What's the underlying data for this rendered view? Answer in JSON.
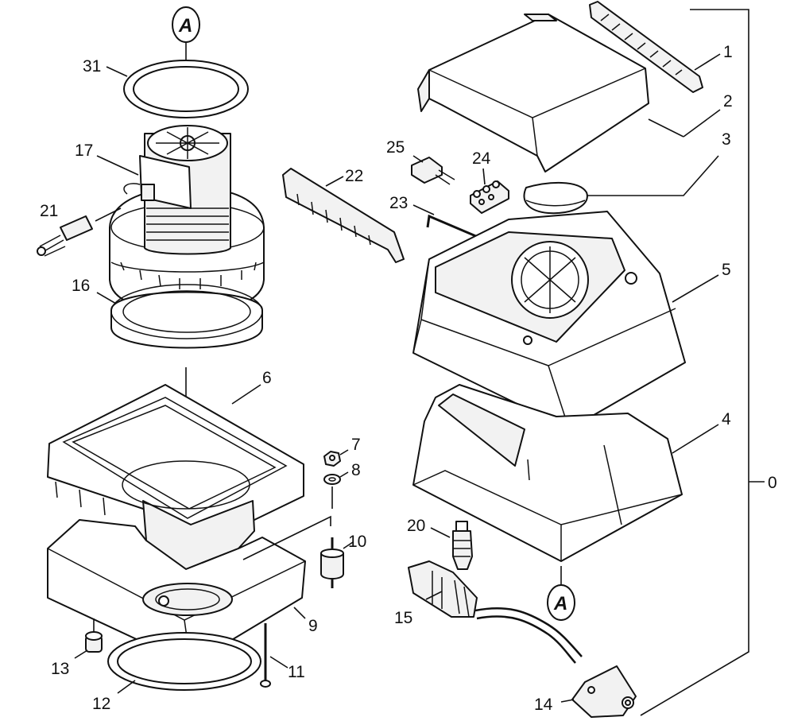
{
  "labels": {
    "p0": "0",
    "p1": "1",
    "p2": "2",
    "p3": "3",
    "p4": "4",
    "p5": "5",
    "p6": "6",
    "p7": "7",
    "p8": "8",
    "p9": "9",
    "p10": "10",
    "p11": "11",
    "p12": "12",
    "p13": "13",
    "p14": "14",
    "p15": "15",
    "p16": "16",
    "p17": "17",
    "p20": "20",
    "p21": "21",
    "p22": "22",
    "p23": "23",
    "p24": "24",
    "p25": "25",
    "p31": "31"
  },
  "reference_marks": {
    "top": "A",
    "bottom": "A"
  }
}
